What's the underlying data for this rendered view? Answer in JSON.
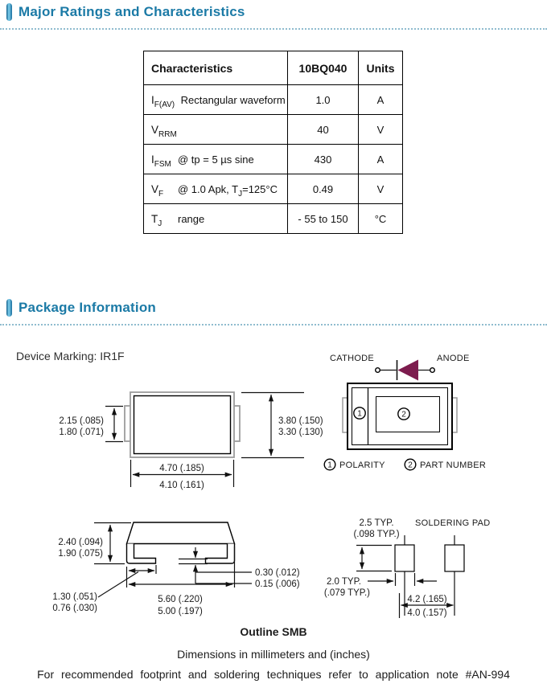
{
  "colors": {
    "accent": "#1b7aa6",
    "dotted_line": "#8fbccf",
    "diode_fill": "#7d1c4e",
    "line": "#1a1a1a"
  },
  "sections": {
    "ratings_title": "Major Ratings and Characteristics",
    "package_title": "Package Information"
  },
  "ratings_table": {
    "headers": [
      "Characteristics",
      "10BQ040",
      "Units"
    ],
    "rows": [
      {
        "sym": "I",
        "sub": "F(AV)",
        "cond": " Rectangular waveform",
        "cond_sub": "",
        "cond_tail": "",
        "value": "1.0",
        "unit": "A"
      },
      {
        "sym": "V",
        "sub": "RRM",
        "cond": "",
        "cond_sub": "",
        "cond_tail": "",
        "value": "40",
        "unit": "V"
      },
      {
        "sym": "I",
        "sub": "FSM",
        "cond": "@ tp = 5 µs sine",
        "cond_sub": "",
        "cond_tail": "",
        "value": "430",
        "unit": "A"
      },
      {
        "sym": "V",
        "sub": "F",
        "cond": "@ 1.0 Apk, T",
        "cond_sub": "J",
        "cond_tail": "=125°C",
        "value": "0.49",
        "unit": "V"
      },
      {
        "sym": "T",
        "sub": "J",
        "cond": "range",
        "cond_sub": "",
        "cond_tail": "",
        "value": "- 55 to 150",
        "unit": "°C"
      }
    ]
  },
  "package": {
    "device_marking": "Device Marking: IR1F",
    "diode": {
      "cathode": "CATHODE",
      "anode": "ANODE"
    },
    "top_view": {
      "tab_dim_mm": "2.15 (.085)",
      "tab_dim_mm2": "1.80 (.071)",
      "height_dim_mm": "3.80 (.150)",
      "height_dim_mm2": "3.30 (.130)",
      "width_dim_mm": "4.70 (.185)",
      "width_dim_mm2": "4.10 (.161)"
    },
    "marking_view": {
      "callout1": "1",
      "callout2": "2",
      "legend1_num": "1",
      "legend1": "POLARITY",
      "legend2_num": "2",
      "legend2": "PART NUMBER"
    },
    "side_view": {
      "height_dim": "2.40 (.094)",
      "height_dim2": "1.90 (.075)",
      "foot_dim": "1.30 (.051)",
      "foot_dim2": "0.76 (.030)",
      "width_dim": "5.60 (.220)",
      "width_dim2": "5.00 (.197)",
      "standoff_dim": "0.30 (.012)",
      "standoff_dim2": "0.15 (.006)"
    },
    "pad_view": {
      "title": "SOLDERING PAD",
      "pad_h": "2.5 TYP.",
      "pad_h2": "(.098 TYP.)",
      "pad_w": "2.0 TYP.",
      "pad_w2": "(.079 TYP.)",
      "span": "4.2 (.165)",
      "span2": "4.0 (.157)"
    }
  },
  "footer": {
    "outline": "Outline SMB",
    "dims_note": "Dimensions in millimeters and (inches)",
    "footprint_note": "For recommended footprint and soldering techniques refer to application note #AN-994"
  }
}
